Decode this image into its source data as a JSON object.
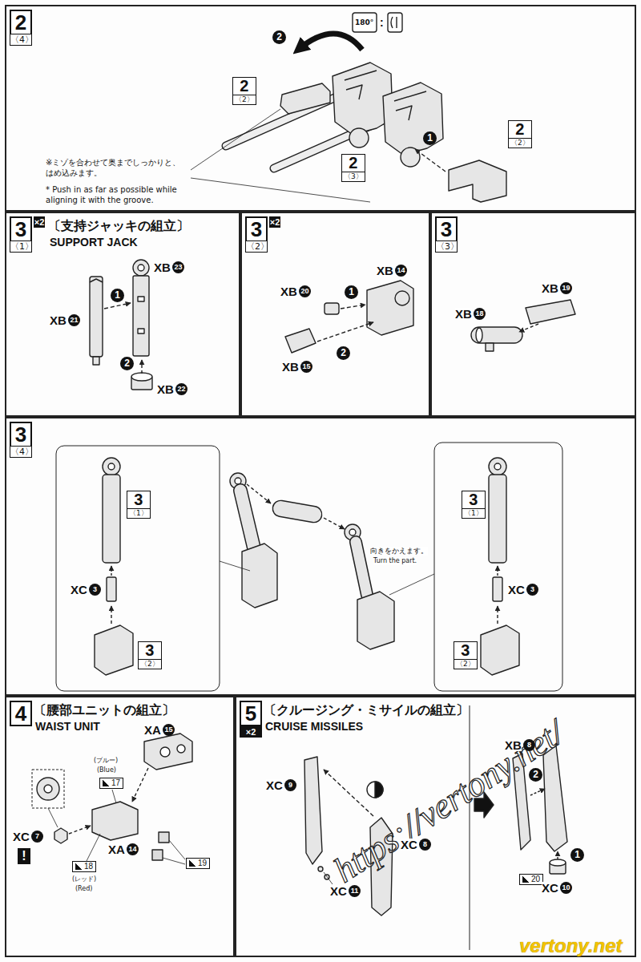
{
  "diagram": {
    "nodes": [
      {
        "text": [
          "2",
          "〈4〉"
        ]
      },
      {
        "text": [
          "2",
          "〈2〉"
        ],
        "in": 0
      },
      {
        "text": [
          "2",
          "〈3〉"
        ],
        "in": 0
      },
      {
        "text": [
          "2",
          "〈2〉"
        ],
        "in": 0
      },
      {
        "text": [
          "3",
          "〈1〉",
          "×2",
          "〔支持ジャッキの組立〕",
          "SUPPORT JACK"
        ]
      },
      {
        "text": [
          "3",
          "〈2〉",
          "×2"
        ]
      },
      {
        "text": [
          "3",
          "〈3〉"
        ]
      },
      {
        "text": [
          "3",
          "〈4〉"
        ]
      },
      {
        "text": [
          "3",
          "〈1〉"
        ],
        "in": 7
      },
      {
        "text": [
          "3",
          "〈2〉"
        ],
        "in": 7
      },
      {
        "text": [
          "3",
          "〈1〉"
        ],
        "in": 7
      },
      {
        "text": [
          "3",
          "〈2〉"
        ],
        "in": 7
      },
      {
        "text": [
          "4",
          "〔腰部ユニットの組立〕",
          "WAIST UNIT"
        ]
      },
      {
        "text": [
          "5",
          "×2",
          "〔クルージング・ミサイルの組立〕",
          "CRUISE MISSILES"
        ]
      }
    ],
    "labels": [
      "2",
      "180°",
      ":",
      "1",
      "※ミゾを合わせて奥までしっかりと、 はめ込みます。",
      "* Push in as far as possible while aligning it with the groove.",
      "XB",
      "21",
      "1",
      "XB",
      "23",
      "2",
      "XB",
      "22",
      "XB",
      "20",
      "1",
      "XB",
      "14",
      "2",
      "XB",
      "15",
      "XB",
      "18",
      "XB",
      "19",
      "XC",
      "3",
      "XC",
      "3",
      "向きをかえます。",
      "Turn the part.",
      "(ブルー)",
      "(Blue)",
      "17",
      "XA",
      "15",
      "XC",
      "7",
      "!",
      "XA",
      "14",
      "18",
      "(レッド)",
      "(Red)",
      "19",
      "XC",
      "9",
      "XC",
      "8",
      "XC",
      "11",
      "XB",
      "8",
      "2",
      "1",
      "20",
      "XC",
      "10",
      "https://vertony.net/",
      "vertony.net"
    ]
  }
}
